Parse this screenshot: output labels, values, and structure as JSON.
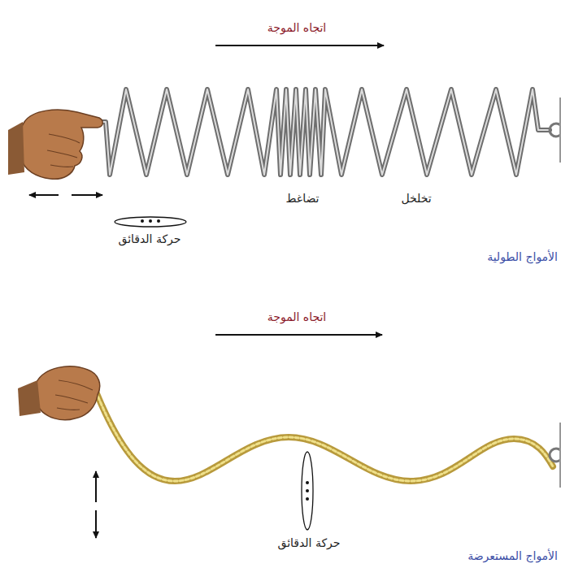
{
  "diagram": {
    "labels": [
      "اتجاه الموجة",
      "تضاغط",
      "تخلخل",
      "حركة الدقائق",
      "الأمواج الطولية",
      "اتجاه الموجة",
      "حركة الدقائق",
      "الأمواج المستعرضة"
    ]
  }
}
